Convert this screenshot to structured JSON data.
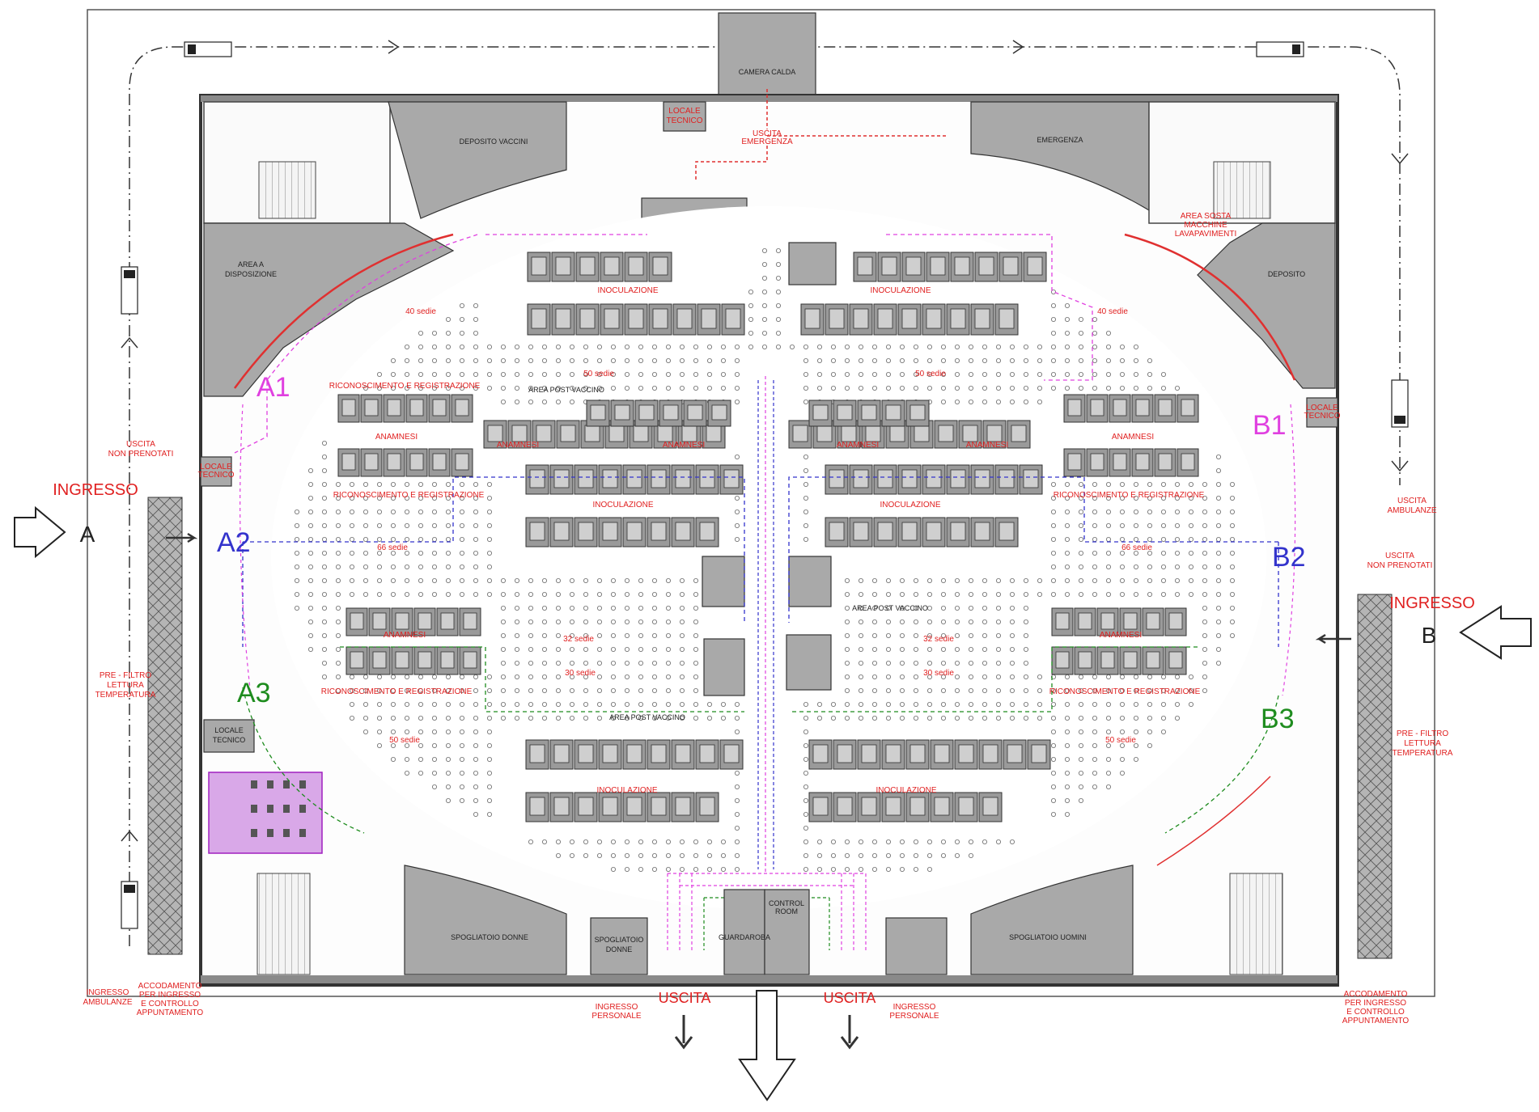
{
  "entrances": {
    "a": {
      "ingresso": "INGRESSO",
      "letter": "A",
      "uscita_non_prenotati": [
        "USCITA",
        "NON PRENOTATI"
      ],
      "pre_filtro": [
        "PRE - FILTRO",
        "LETTURA",
        "TEMPERATURA"
      ],
      "ingresso_ambulanze": [
        "INGRESSO",
        "AMBULANZE"
      ],
      "accodamento": [
        "ACCODAMENTO",
        "PER INGRESSO",
        "E CONTROLLO",
        "APPUNTAMENTO"
      ]
    },
    "b": {
      "ingresso": "INGRESSO",
      "letter": "B",
      "uscita_non_prenotati": [
        "USCITA",
        "NON PRENOTATI"
      ],
      "pre_filtro": [
        "PRE - FILTRO",
        "LETTURA",
        "TEMPERATURA"
      ],
      "uscita_ambulanze": [
        "USCITA",
        "AMBULANZE"
      ],
      "accodamento": [
        "ACCODAMENTO",
        "PER INGRESSO",
        "E CONTROLLO",
        "APPUNTAMENTO"
      ]
    }
  },
  "zones": {
    "a1": "A1",
    "a2": "A2",
    "a3": "A3",
    "b1": "B1",
    "b2": "B2",
    "b3": "B3"
  },
  "colors": {
    "zone_1": "#e040e0",
    "zone_2": "#3333cc",
    "zone_3": "#1e8c1e",
    "labels": "#e02020",
    "rooms": "#a9a9a9"
  },
  "rooms": {
    "camera_calda": "CAMERA CALDA",
    "deposito_vaccini": "DEPOSITO VACCINI",
    "locale_tecnico": [
      "LOCALE",
      "TECNICO"
    ],
    "emergenza": "EMERGENZA",
    "area_a_disposizione": [
      "AREA A",
      "DISPOSIZIONE"
    ],
    "area_sosta": [
      "AREA SOSTA",
      "MACCHINE",
      "LAVAPAVIMENTI"
    ],
    "deposito": "DEPOSITO",
    "spogliatoio_donne": "SPOGLIATOIO DONNE",
    "spogliatoio_donne_small": [
      "SPOGLIATOIO",
      "DONNE"
    ],
    "spogliatoio_uomini": "SPOGLIATOIO UOMINI",
    "guardaroba": "GUARDAROBA",
    "control_room": [
      "CONTROL",
      "ROOM"
    ],
    "uscita_emergenza": [
      "USCITA",
      "EMERGENZA"
    ]
  },
  "areas": {
    "inoculazione": "INOCULAZIONE",
    "anamnesi": "ANAMNESI",
    "riconoscimento": "RICONOSCIMENTO E REGISTRAZIONE",
    "area_post_vaccino": "AREA POST VACCINO",
    "sedie_40": "40 sedie",
    "sedie_50": "50 sedie",
    "sedie_66": "66 sedie",
    "sedie_32": "32 sedie",
    "sedie_30": "30 sedie"
  },
  "exit": {
    "uscita": "USCITA",
    "ingresso_personale": [
      "INGRESSO",
      "PERSONALE"
    ]
  }
}
